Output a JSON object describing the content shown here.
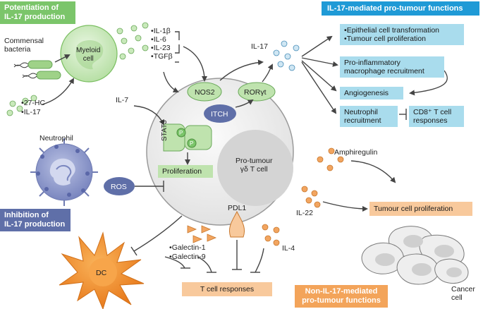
{
  "headers": {
    "potentiation": [
      "Potentiation of",
      "IL-17 production"
    ],
    "pro_tumour_functions": "IL-17-mediated pro-tumour functions",
    "inhibition": [
      "Inhibition of",
      "IL-17 production"
    ],
    "non_il17": [
      "Non-IL-17-mediated",
      "pro-tumour functions"
    ]
  },
  "labels": {
    "commensal": [
      "Commensal",
      "bacteria"
    ],
    "myeloid": [
      "Myeloid",
      "cell"
    ],
    "hc27": "27-HC",
    "il17_in": "IL-17",
    "cytokines": [
      "IL-1β",
      "IL-6",
      "IL-23",
      "TGFβ"
    ],
    "il7": "IL-7",
    "il17_out": "IL-17",
    "nos2": "NOS2",
    "rorgt": "RORγt",
    "itch": "ITCH",
    "stat3": "STAT3",
    "p": "P",
    "proliferation": "Proliferation",
    "gd_cell": [
      "Pro-tumour",
      "γδ T cell"
    ],
    "neutrophil": "Neutrophil",
    "ros": "ROS",
    "pdl1": "PDL1",
    "dc": "DC",
    "galectin1": "Galectin-1",
    "galectin9": "Galectin-9",
    "il4": "IL-4",
    "t_cell_responses": "T cell responses",
    "amphiregulin": "Amphiregulin",
    "il22": "IL-22",
    "tumour_cell_prolif": "Tumour cell proliferation",
    "cancer_cell": [
      "Cancer",
      "cell"
    ]
  },
  "functions": {
    "epithelial": [
      "Epithelial cell transformation",
      "Tumour cell proliferation"
    ],
    "macrophage": [
      "Pro-inflammatory",
      "macrophage recruitment"
    ],
    "angiogenesis": "Angiogenesis",
    "neutrophil_recruit": [
      "Neutrophil",
      "recruitment"
    ],
    "cd8": [
      "CD8⁺ T cell",
      "responses"
    ]
  },
  "colors": {
    "green_header": "#7bc56a",
    "blue_header": "#1f9ad6",
    "navy_header": "#5f6fa8",
    "orange_header": "#f3a45a",
    "light_blue": "#a9dced",
    "peach": "#f8c99c",
    "light_green": "#bfe3ae"
  }
}
